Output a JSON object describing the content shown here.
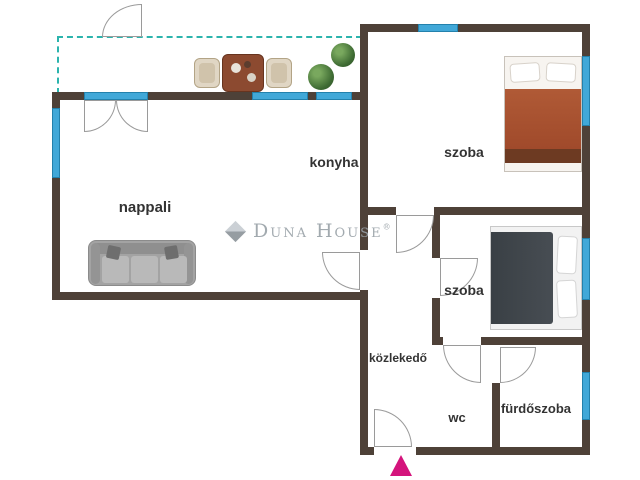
{
  "plan": {
    "rooms": {
      "nappali": "nappali",
      "konyha": "konyha",
      "szoba_felso": "szoba",
      "szoba_kozepso": "szoba",
      "kozlekedo": "közlekedő",
      "wc": "wc",
      "furdoszoba": "fürdőszoba"
    },
    "watermark": {
      "text": "Duna House",
      "registered": "®"
    }
  },
  "colors": {
    "wall": "#4e4138",
    "window": "#41a8d8",
    "window_border": "#2381ac",
    "terrace_dash": "#2cb4ad",
    "door_stroke": "#9a9a9a",
    "label": "#333333",
    "watermark": "#99a1a7",
    "arrow": "#d4147c",
    "bed1_blanket": "#a04a2b",
    "bed2_blanket": "#474d53",
    "sofa_base": "#a3a3a3",
    "plant_green": "#3e6b33",
    "table_wood": "#8c4a30",
    "chair_wicker": "#e0d6c4"
  }
}
